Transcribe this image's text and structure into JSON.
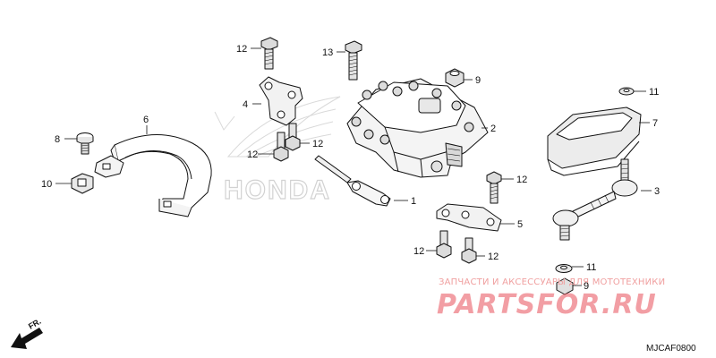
{
  "diagram": {
    "drawing_code": "MJCAF0800",
    "direction_label": "FR.",
    "background_logo_text": "HONDA",
    "watermark": {
      "caption": "ЗАПЧАСТИ И АКСЕССУАРЫ ДЛЯ МОТОТЕХНИКИ",
      "brand": "PARTSFOR.RU"
    },
    "callouts": [
      {
        "id": "c1",
        "label": "1"
      },
      {
        "id": "c2",
        "label": "2"
      },
      {
        "id": "c3",
        "label": "3"
      },
      {
        "id": "c4",
        "label": "4"
      },
      {
        "id": "c5",
        "label": "5"
      },
      {
        "id": "c6",
        "label": "6"
      },
      {
        "id": "c7",
        "label": "7"
      },
      {
        "id": "c8",
        "label": "8"
      },
      {
        "id": "c9a",
        "label": "9"
      },
      {
        "id": "c9b",
        "label": "9"
      },
      {
        "id": "c10",
        "label": "10"
      },
      {
        "id": "c11a",
        "label": "11"
      },
      {
        "id": "c11b",
        "label": "11"
      },
      {
        "id": "c12a",
        "label": "12"
      },
      {
        "id": "c12b",
        "label": "12"
      },
      {
        "id": "c12c",
        "label": "12"
      },
      {
        "id": "c12d",
        "label": "12"
      },
      {
        "id": "c12e",
        "label": "12"
      },
      {
        "id": "c12f",
        "label": "12"
      },
      {
        "id": "c13",
        "label": "13"
      }
    ]
  }
}
